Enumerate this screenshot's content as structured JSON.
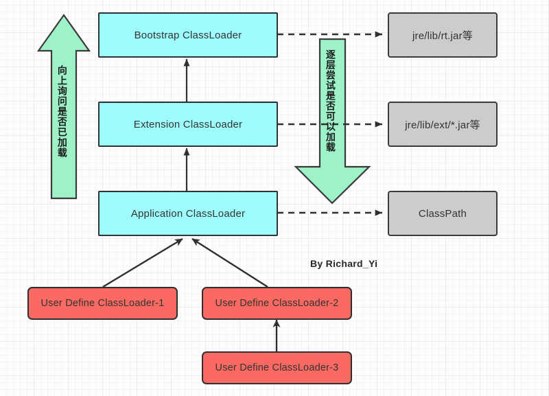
{
  "diagram": {
    "title_credit": "By Richard_Yi",
    "colors": {
      "loader_fill": "#9dfdfd",
      "resource_fill": "#cccccc",
      "user_loader_fill": "#fa6a62",
      "arrow_fill": "#9df2c8",
      "stroke": "#333333"
    },
    "loaders": [
      {
        "id": "bootstrap",
        "label": "Bootstrap ClassLoader"
      },
      {
        "id": "extension",
        "label": "Extension ClassLoader"
      },
      {
        "id": "application",
        "label": "Application ClassLoader"
      }
    ],
    "resources": [
      {
        "id": "rt-jar",
        "label": "jre/lib/rt.jar等"
      },
      {
        "id": "ext-jar",
        "label": "jre/lib/ext/*.jar等"
      },
      {
        "id": "classpath",
        "label": "ClassPath"
      }
    ],
    "user_loaders": [
      {
        "id": "udcl-1",
        "label": "User Define ClassLoader-1"
      },
      {
        "id": "udcl-2",
        "label": "User Define ClassLoader-2"
      },
      {
        "id": "udcl-3",
        "label": "User Define ClassLoader-3"
      }
    ],
    "annotations": {
      "up_arrow_label": "向上询问是否已加载",
      "down_arrow_label": "逐层尝试是否可以加载"
    }
  }
}
